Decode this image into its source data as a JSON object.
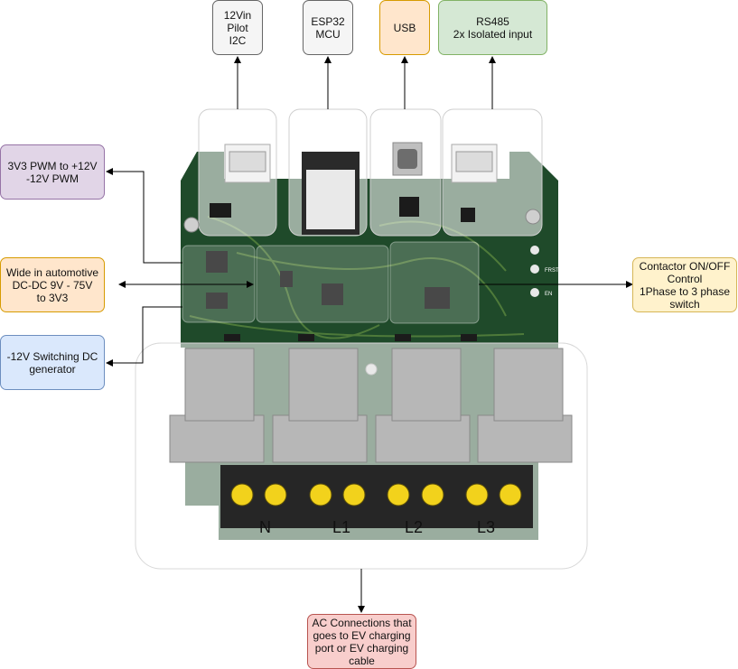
{
  "colors": {
    "gray_fill": "#f5f5f5",
    "gray_stroke": "#666666",
    "orange_fill": "#ffe6cc",
    "orange_stroke": "#d79b00",
    "green_fill": "#d5e8d4",
    "green_stroke": "#82b366",
    "purple_fill": "#e1d5e7",
    "purple_stroke": "#9673a6",
    "blue_fill": "#dae8fc",
    "blue_stroke": "#6c8ebf",
    "yellow_fill": "#fff2cc",
    "yellow_stroke": "#d6b656",
    "red_fill": "#f8cecc",
    "red_stroke": "#b85450",
    "pcb_green": "#1f4a2a"
  },
  "labels": {
    "pilot": "12Vin\nPilot\nI2C",
    "esp32": "ESP32\nMCU",
    "usb": "USB",
    "rs485": "RS485\n2x Isolated input",
    "pwm": "3V3 PWM to +12V\n-12V PWM",
    "dcdc": "Wide in automotive\nDC-DC 9V - 75V\nto 3V3",
    "neg12": "-12V Switching DC\ngenerator",
    "contactor": "Contactor ON/OFF\nControl\n1Phase to 3 phase\nswitch",
    "ac": "AC Connections that\ngoes to EV charging\nport or EV charging\ncable"
  },
  "board": {
    "terminal_labels": [
      "N",
      "L1",
      "L2",
      "L3"
    ],
    "led_labels": [
      "FRST",
      "EN"
    ]
  }
}
